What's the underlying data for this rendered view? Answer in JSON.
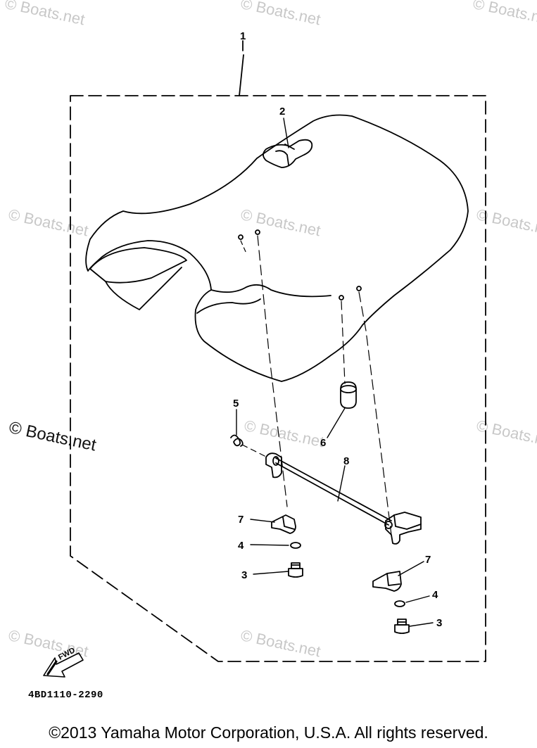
{
  "diagram": {
    "top_ref": "1",
    "callouts": [
      {
        "id": "seat",
        "label": "2"
      },
      {
        "id": "bolt_left",
        "label": "3"
      },
      {
        "id": "bolt_right",
        "label": "3"
      },
      {
        "id": "washer_left",
        "label": "4"
      },
      {
        "id": "washer_right",
        "label": "4"
      },
      {
        "id": "spring",
        "label": "5"
      },
      {
        "id": "damper",
        "label": "6"
      },
      {
        "id": "bracket_left",
        "label": "7"
      },
      {
        "id": "bracket_right",
        "label": "7"
      },
      {
        "id": "shaft",
        "label": "8"
      }
    ],
    "fwd_label": "FWD",
    "part_code": "4BD1110-2290"
  },
  "watermarks": [
    "© Boats.net",
    "© Boats.net",
    "© Boats.net",
    "© Boats.net",
    "© Boats.net",
    "© Boats.net",
    "© Boats.net",
    "© Boats.net",
    "© Boats.net",
    "© Boats.net",
    "© Boats.net"
  ],
  "copyright": "©2013 Yamaha Motor Corporation, U.S.A. All rights reserved."
}
